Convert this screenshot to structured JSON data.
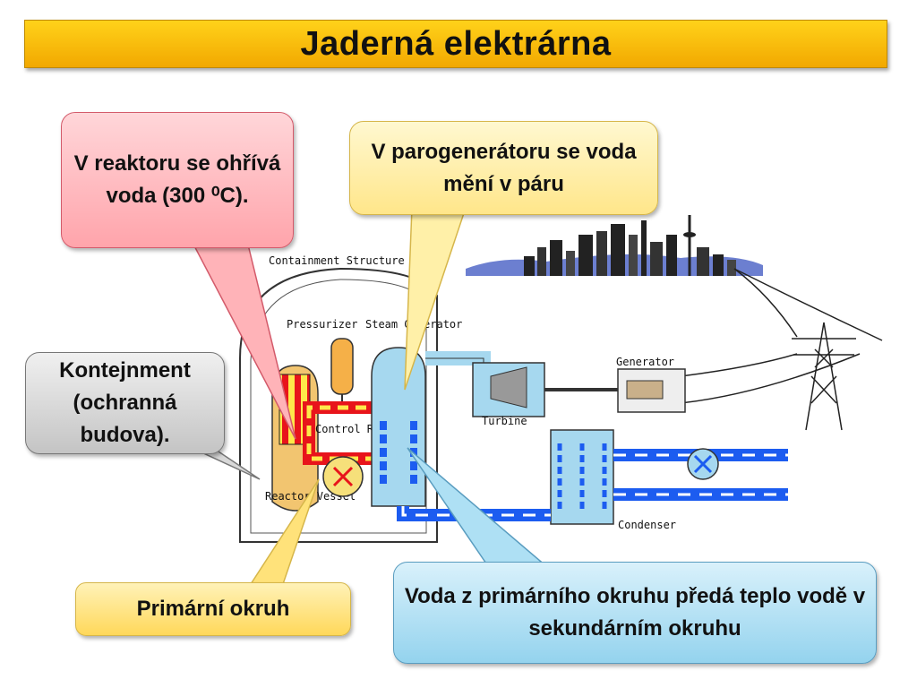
{
  "title": "Jaderná elektrárna",
  "callouts": {
    "reactor": "V reaktoru se ohřívá voda (300 ⁰C).",
    "steam_generator": "V parogenerátoru se voda mění v páru",
    "containment": "Kontejnment (ochranná budova).",
    "primary_circuit": "Primární okruh",
    "heat_transfer": "Voda z primárního okruhu předá teplo vodě v sekundárním okruhu"
  },
  "diagram_labels": {
    "containment_structure": "Containment Structure",
    "pressurizer": "Pressurizer",
    "steam_generator": "Steam Generator",
    "control_rods": "Control Rods",
    "reactor_vessel": "Reactor Vessel",
    "turbine": "Turbine",
    "generator": "Generator",
    "condenser": "Condenser"
  },
  "colors": {
    "title_bar": "#f7b800",
    "reactor_callout": "#ffb3b8",
    "steam_callout": "#fff0a8",
    "containment_callout": "#d8d8d8",
    "primary_callout": "#ffe27a",
    "heat_callout": "#aee0f4",
    "primary_loop_red": "#e8141b",
    "primary_loop_yellow": "#ffe84a",
    "secondary_blue": "#1c5cf0",
    "steam_lightblue": "#a6d8ef"
  }
}
